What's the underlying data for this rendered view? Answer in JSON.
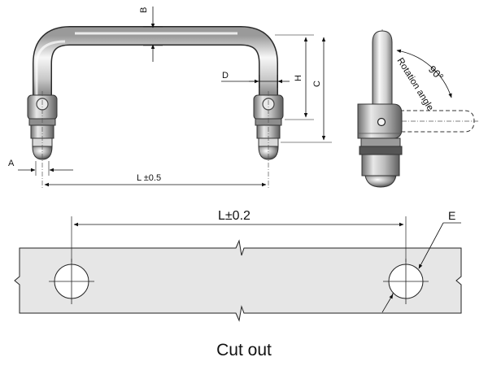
{
  "figure": {
    "front_view": {
      "dim_A": "A",
      "dim_B": "B",
      "dim_C": "C",
      "dim_D": "D",
      "dim_H": "H",
      "dim_L": "L ±0.5"
    },
    "side_view": {
      "angle": "90°",
      "rotation_label": "Rotation angle"
    },
    "cutout": {
      "dim_L": "L±0.2",
      "dim_E": "E",
      "caption": "Cut out"
    }
  },
  "colors": {
    "metal_light": "#f4f4f4",
    "metal_mid": "#c8c8c8",
    "metal_dark": "#7a7a7a",
    "plate_fill": "#e6e6e6",
    "line": "#222222"
  }
}
